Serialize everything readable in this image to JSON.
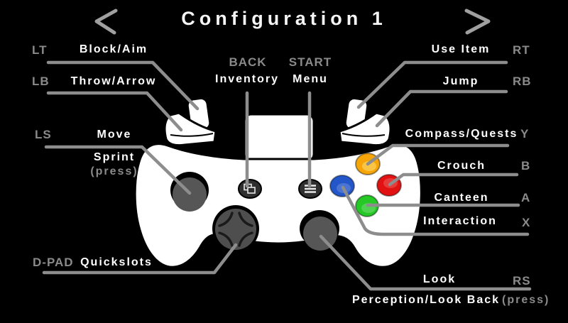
{
  "title": "Configuration 1",
  "nav": {
    "prev_icon": "chevron-left-icon",
    "next_icon": "chevron-right-icon"
  },
  "colors": {
    "background": "#000000",
    "connector_line": "#8d8d8d",
    "action_text": "#ffffff",
    "muted_text": "#8a8a8a",
    "controller_body": "#ffffff",
    "controller_outline": "#000000",
    "stick": "#565656",
    "dpad": "#4e4e4e",
    "small_button": "#2f2f2f",
    "button_y": "#f7a60a",
    "button_b": "#e21212",
    "button_a": "#25c825",
    "button_x": "#2356c8"
  },
  "bindings": {
    "lt": {
      "key": "LT",
      "action": "Block/Aim"
    },
    "lb": {
      "key": "LB",
      "action": "Throw/Arrow"
    },
    "ls": {
      "key": "LS",
      "action": "Move",
      "secondary_action": "Sprint",
      "modifier": "(press)"
    },
    "dpad": {
      "key": "D-PAD",
      "action": "Quickslots"
    },
    "back": {
      "key": "BACK",
      "action": "Inventory"
    },
    "start": {
      "key": "START",
      "action": "Menu"
    },
    "rt": {
      "key": "RT",
      "action": "Use Item"
    },
    "rb": {
      "key": "RB",
      "action": "Jump"
    },
    "y": {
      "key": "Y",
      "action": "Compass/Quests"
    },
    "b": {
      "key": "B",
      "action": "Crouch"
    },
    "a": {
      "key": "A",
      "action": "Canteen"
    },
    "x": {
      "key": "X",
      "action": "Interaction"
    },
    "rs": {
      "key": "RS",
      "action": "Look",
      "secondary_action": "Perception/Look Back",
      "modifier": "(press)"
    }
  }
}
